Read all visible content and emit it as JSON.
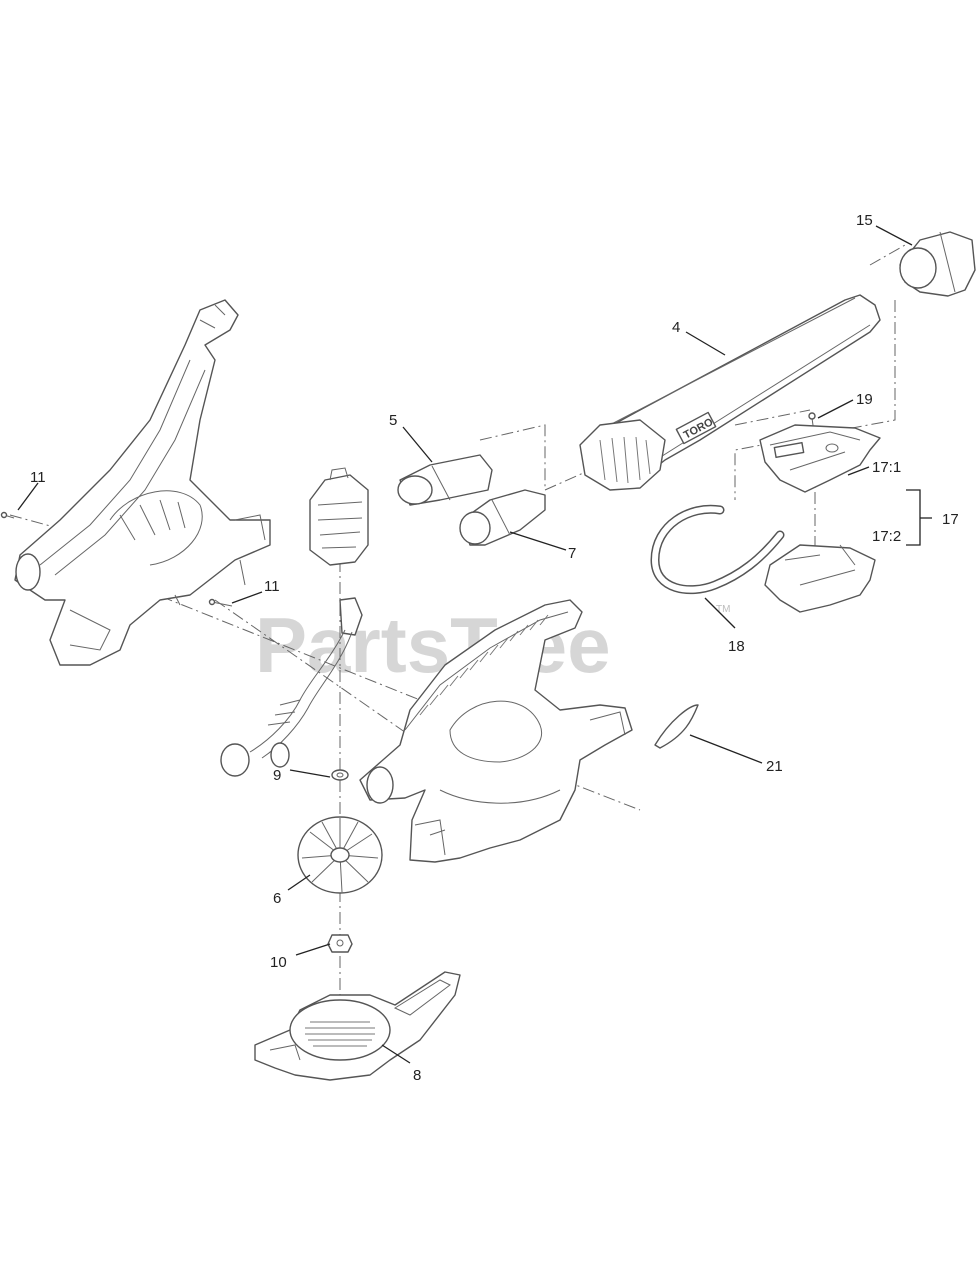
{
  "watermark": {
    "text": "PartsTree",
    "tm": "TM"
  },
  "brand_mark": "TORO",
  "callouts": [
    {
      "id": "4",
      "label": "4"
    },
    {
      "id": "5",
      "label": "5"
    },
    {
      "id": "6",
      "label": "6"
    },
    {
      "id": "7",
      "label": "7"
    },
    {
      "id": "8",
      "label": "8"
    },
    {
      "id": "9",
      "label": "9"
    },
    {
      "id": "10",
      "label": "10"
    },
    {
      "id": "11a",
      "label": "11"
    },
    {
      "id": "11b",
      "label": "11"
    },
    {
      "id": "15",
      "label": "15"
    },
    {
      "id": "17",
      "label": "17"
    },
    {
      "id": "171",
      "label": "17:1"
    },
    {
      "id": "172",
      "label": "17:2"
    },
    {
      "id": "18",
      "label": "18"
    },
    {
      "id": "19",
      "label": "19"
    },
    {
      "id": "21",
      "label": "21"
    }
  ]
}
